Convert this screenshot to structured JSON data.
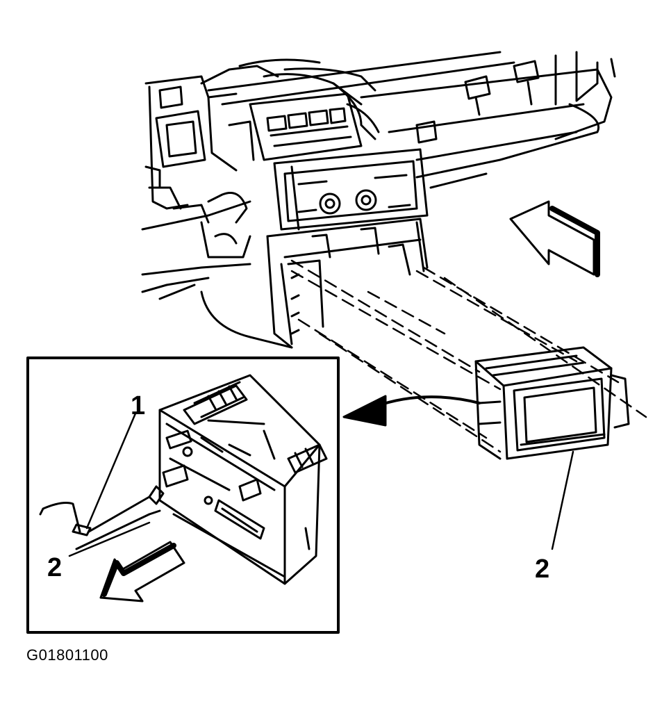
{
  "figure": {
    "code": "G01801100",
    "callouts": {
      "inset_1": "1",
      "inset_2": "2",
      "main_2": "2"
    },
    "colors": {
      "ink": "#000000",
      "paper": "#ffffff"
    }
  }
}
